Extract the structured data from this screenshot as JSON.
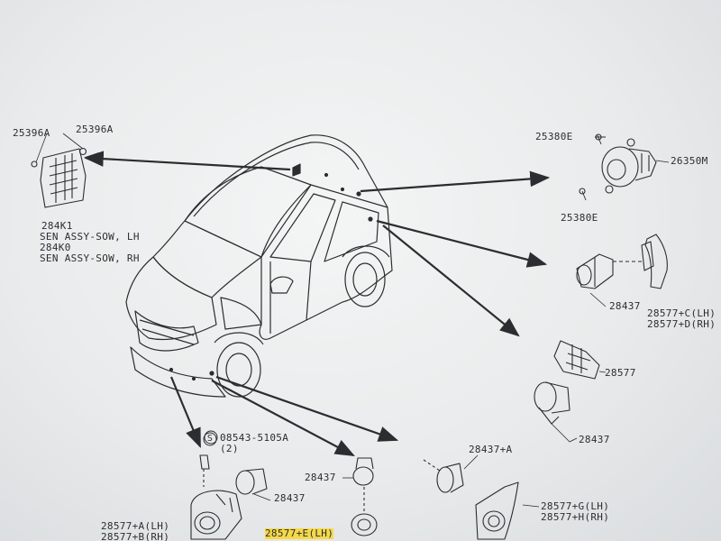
{
  "labels": {
    "p25396a_left": "25396A",
    "p25396a_right": "25396A",
    "p284k1": "284K1",
    "sen_lh": "SEN ASSY-SOW, LH",
    "p284k0": "284K0",
    "sen_rh": "SEN ASSY-SOW, RH",
    "p25380e_top": "25380E",
    "p25380e_bottom": "25380E",
    "p26350m": "26350M",
    "p28437_mid_right": "28437",
    "p28577_c": "28577+C(LH)",
    "p28577_d": "28577+D(RH)",
    "p28577_right": "28577",
    "p28437_lower_right": "28437",
    "p08543": "08543-5105A",
    "qty_2": "(2)",
    "p28437_bottom_left": "28437",
    "p28437_center": "28437",
    "p28437_a": "28437+A",
    "p28577_g": "28577+G(LH)",
    "p28577_h": "28577+H(RH)",
    "p28577_a": "28577+A(LH)",
    "p28577_b": "28577+B(RH)",
    "p28577_e": "28577+E(LH)",
    "s_symbol": "S"
  },
  "colors": {
    "ink": "#2b2d30",
    "highlight": "#f5d94a",
    "paper": "#eef0f1"
  }
}
